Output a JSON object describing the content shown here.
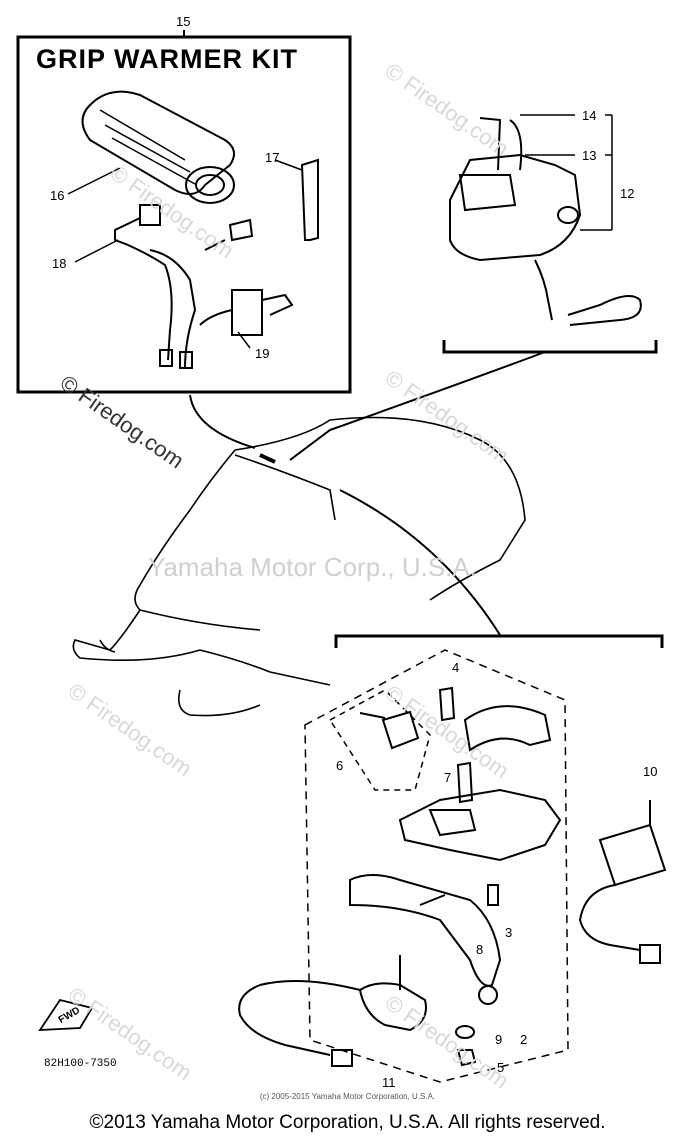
{
  "kit_title": "GRIP WARMER KIT",
  "watermarks": {
    "center": "Yamaha Motor Corp., U.S.A.",
    "firedog": "© Firedog.com"
  },
  "small_copyright": "(c) 2005-2015 Yamaha Motor Corporation, U.S.A.",
  "copyright": "©2013 Yamaha Motor Corporation, U.S.A. All rights reserved.",
  "part_code": "82H100-7350",
  "fwd_label": "FWD",
  "callouts": [
    {
      "id": "15",
      "label": "15"
    },
    {
      "id": "16",
      "label": "16"
    },
    {
      "id": "17",
      "label": "17"
    },
    {
      "id": "18",
      "label": "18"
    },
    {
      "id": "19",
      "label": "19"
    },
    {
      "id": "14",
      "label": "14"
    },
    {
      "id": "13",
      "label": "13"
    },
    {
      "id": "12",
      "label": "12"
    },
    {
      "id": "4",
      "label": "4"
    },
    {
      "id": "6",
      "label": "6"
    },
    {
      "id": "7",
      "label": "7"
    },
    {
      "id": "10",
      "label": "10"
    },
    {
      "id": "3",
      "label": "3"
    },
    {
      "id": "8",
      "label": "8"
    },
    {
      "id": "9",
      "label": "9"
    },
    {
      "id": "2",
      "label": "2"
    },
    {
      "id": "5",
      "label": "5"
    },
    {
      "id": "11",
      "label": "11"
    }
  ]
}
